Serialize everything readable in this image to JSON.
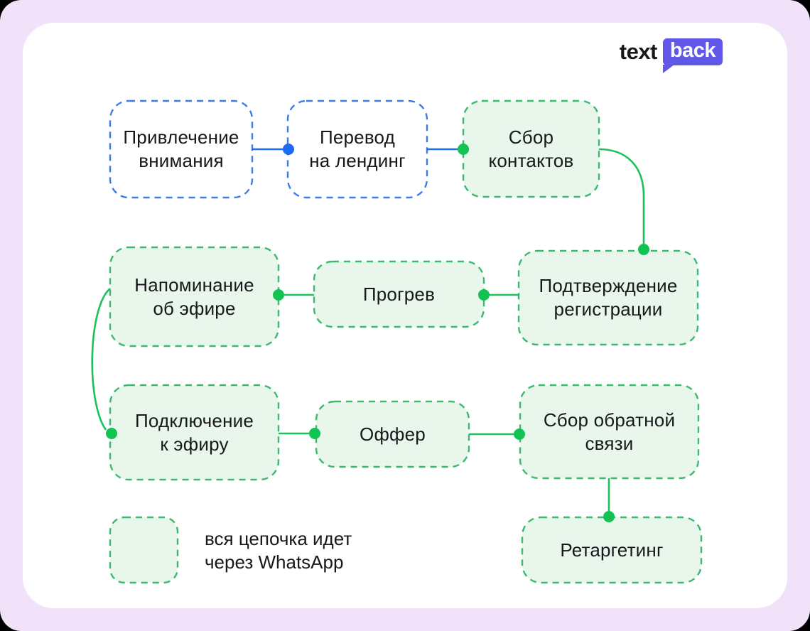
{
  "logo": {
    "word1": "text",
    "word2": "back"
  },
  "colors": {
    "frame": "#F1E2FA",
    "card": "#FFFFFF",
    "text": "#17181C",
    "greenBorder": "#3CB96F",
    "greenFill": "#E9F6EC",
    "greenLine": "#1CC15B",
    "greenDot": "#12C353",
    "blueBorder": "#3D7BEC",
    "blueLine": "#1D6BF2",
    "logoPurple": "#6158E8"
  },
  "diagram": {
    "nodes": [
      {
        "id": "attract-attention",
        "label": "Привлечение\nвнимания",
        "style": "blue"
      },
      {
        "id": "landing-transfer",
        "label": "Перевод\nна лендинг",
        "style": "blue"
      },
      {
        "id": "collect-contacts",
        "label": "Сбор\nконтактов",
        "style": "green"
      },
      {
        "id": "reminder",
        "label": "Напоминание\nоб эфире",
        "style": "green"
      },
      {
        "id": "warmup",
        "label": "Прогрев",
        "style": "green"
      },
      {
        "id": "confirm-registration",
        "label": "Подтверждение\nрегистрации",
        "style": "green"
      },
      {
        "id": "join-live",
        "label": "Подключение\nк эфиру",
        "style": "green"
      },
      {
        "id": "offer",
        "label": "Оффер",
        "style": "green"
      },
      {
        "id": "feedback",
        "label": "Сбор обратной\nсвязи",
        "style": "green"
      },
      {
        "id": "retargeting",
        "label": "Ретаргетинг",
        "style": "green"
      }
    ],
    "edges": [
      {
        "from": "Привлечение внимания",
        "to": "Перевод на лендинг",
        "color": "blue"
      },
      {
        "from": "Перевод на лендинг",
        "to": "Сбор контактов",
        "color": "blue"
      },
      {
        "from": "Сбор контактов",
        "to": "Подтверждение регистрации",
        "color": "green"
      },
      {
        "from": "Подтверждение регистрации",
        "to": "Прогрев",
        "color": "green"
      },
      {
        "from": "Прогрев",
        "to": "Напоминание об эфире",
        "color": "green"
      },
      {
        "from": "Напоминание об эфире",
        "to": "Подключение к эфиру",
        "color": "green"
      },
      {
        "from": "Подключение к эфиру",
        "to": "Оффер",
        "color": "green"
      },
      {
        "from": "Оффер",
        "to": "Сбор обратной связи",
        "color": "green"
      },
      {
        "from": "Сбор обратной связи",
        "to": "Ретаргетинг",
        "color": "green"
      }
    ],
    "legend": {
      "label": "вся цепочка идет\nчерез WhatsApp"
    }
  }
}
